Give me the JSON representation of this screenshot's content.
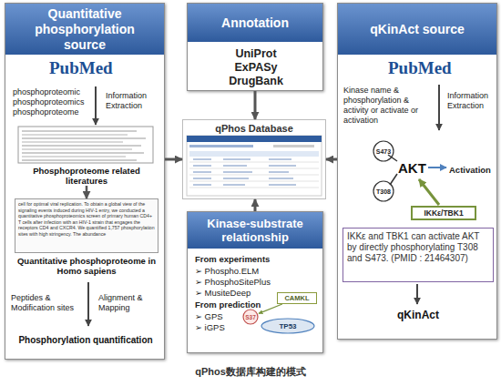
{
  "diagram": {
    "caption": "qPhos数据库构建的模式",
    "nodes": [
      {
        "text": [
          "Quantitative phosphorylation source"
        ]
      },
      {
        "text": [
          "Phosphoproteome related literatures"
        ],
        "in": 0
      },
      {
        "text": [
          "cell for optimal viral replication. To obtain a global view of the signaling events induced during HIV-1 entry, we conducted a quantitative phosphoproteomics screen of primary human CD4+ T cells after infection with an HIV-1 strain that engages the receptors CD4 and CXCR4. We quantified 1,757 phosphorylation sites with high stringency. The abundance",
          "Quantitative phosphoproteome in Homo sapiens"
        ],
        "in": 0
      },
      {
        "text": [
          "Annotation",
          "UniProt ExPASy DrugBank"
        ]
      },
      {
        "text": [
          "qPhos Database"
        ]
      },
      {
        "text": [
          "Kinase-substrate relationship",
          "From experiments",
          "➢ Phospho.ELM",
          "➢ PhosphoSitePlus",
          "➢ MusiteDeep",
          "From prediction",
          "➢ GPS",
          "➢ iGPS"
        ]
      },
      {
        "text": [
          "CAMKL"
        ],
        "in": 5
      },
      {
        "text": [
          "S37"
        ],
        "in": 5
      },
      {
        "text": [
          "TP53"
        ],
        "in": 5
      },
      {
        "text": [
          "qKinAct source"
        ]
      },
      {
        "text": [
          "S473"
        ],
        "in": 9
      },
      {
        "text": [
          "T308"
        ],
        "in": 9
      },
      {
        "text": [
          "IKKε/TBK1"
        ],
        "in": 9
      },
      {
        "text": [
          "IKKε and TBK1 can activate AKT by directly phosphorylating T308 and S473. (PMID : 21464307)"
        ],
        "in": 9
      }
    ],
    "edges": [
      {
        "from": 0,
        "to": 4,
        "arrow": "to"
      },
      {
        "from": 3,
        "to": 4,
        "arrow": "to"
      },
      {
        "from": 5,
        "to": 4,
        "arrow": "to"
      },
      {
        "from": 9,
        "to": 4,
        "arrow": "to"
      },
      {
        "from": 1,
        "to": 2,
        "arrow": "to"
      },
      {
        "from": 6,
        "to": 7,
        "arrow": "to"
      }
    ],
    "labels": [
      "PubMed",
      "phosphoproteomic phosphoproteomics phosphoproteome",
      "Information Extraction",
      "Peptides & Modification sites",
      "Alignment & Mapping",
      "Phosphorylation quantification",
      "PubMed",
      "Kinase name & phosphorylation & activity or activate or activation",
      "Information Extraction",
      "AKT",
      "Activation",
      "qKinAct"
    ]
  }
}
